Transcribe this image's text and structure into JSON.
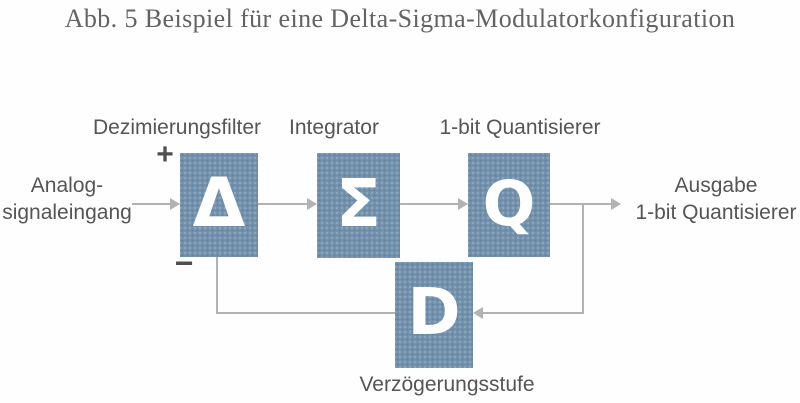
{
  "title": "Abb. 5 Beispiel für eine Delta-Sigma-Modulatorkonfiguration",
  "diagram": {
    "input": {
      "line1": "Analog-",
      "line2": "signaleingang"
    },
    "output": {
      "line1": "Ausgabe",
      "line2": "1-bit Quantisierer"
    },
    "signs": {
      "plus": "+",
      "minus": "−"
    },
    "blocks": {
      "delta": {
        "symbol": "Δ",
        "label": "Dezimierungsfilter"
      },
      "sigma": {
        "symbol": "Σ",
        "label": "Integrator"
      },
      "quantizer": {
        "symbol": "Q",
        "label": "1-bit Quantisierer"
      },
      "delay": {
        "symbol": "D",
        "label": "Verzögerungsstufe"
      }
    },
    "connections": [
      "Analogsignaleingang → Δ (+)",
      "Δ → Σ",
      "Σ → Q",
      "Q → Ausgabe 1-bit Quantisierer",
      "Q Ausgang (Abzweig) → D",
      "D → Δ (−, Rückkopplung)"
    ],
    "colors": {
      "block_fill": "#7492ad",
      "connector_line": "#b2b2b2",
      "label_text": "#555558",
      "title_text": "#636365",
      "symbol_text": "#ffffff"
    }
  }
}
